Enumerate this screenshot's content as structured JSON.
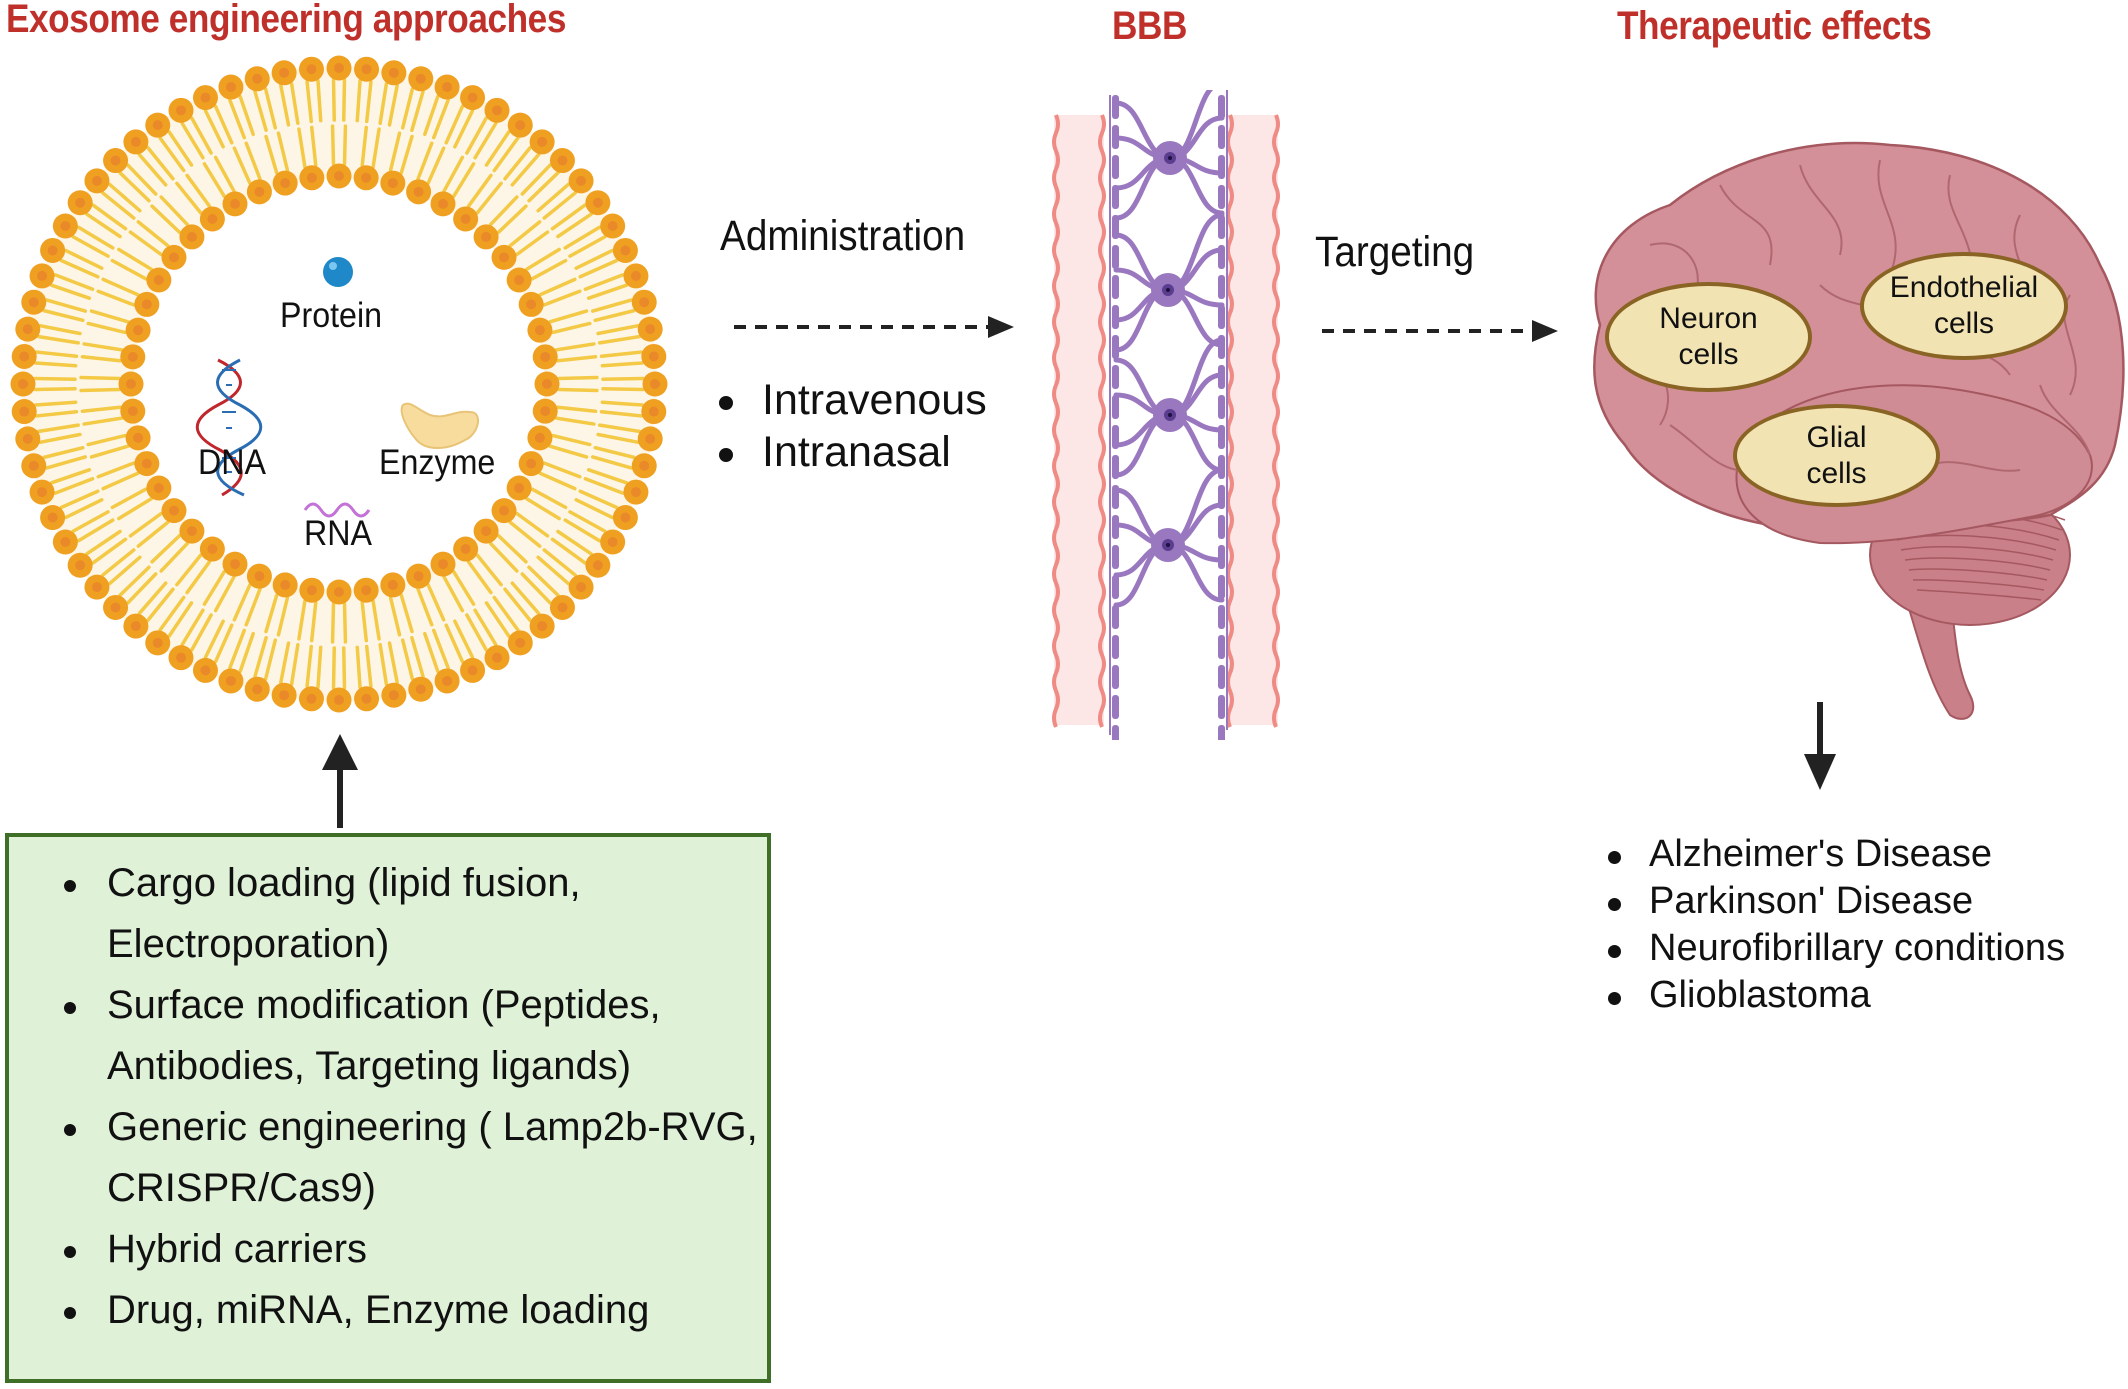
{
  "sections": {
    "exosome_title": "Exosome engineering approaches",
    "bbb_title": "BBB",
    "therapeutic_title": "Therapeutic effects"
  },
  "exosome": {
    "cargo": {
      "protein": "Protein",
      "dna": "DNA",
      "enzyme": "Enzyme",
      "rna": "RNA"
    }
  },
  "engineering_box": {
    "items": [
      {
        "line1": "Cargo loading (lipid fusion,",
        "line2": "Electroporation)"
      },
      {
        "line1": "Surface modification (Peptides,",
        "line2": "Antibodies, Targeting ligands)"
      },
      {
        "line1": "Generic engineering ( Lamp2b-RVG,",
        "line2": "CRISPR/Cas9)"
      },
      {
        "line1": "Hybrid carriers",
        "line2": ""
      },
      {
        "line1": "Drug, miRNA, Enzyme loading",
        "line2": ""
      }
    ]
  },
  "administration": {
    "label": "Administration",
    "routes": [
      "Intravenous",
      "Intranasal"
    ]
  },
  "targeting": {
    "label": "Targeting"
  },
  "brain": {
    "regions": [
      {
        "line1": "Neuron",
        "line2": "cells"
      },
      {
        "line1": "Endothelial",
        "line2": "cells"
      },
      {
        "line1": "Glial",
        "line2": "cells"
      }
    ]
  },
  "diseases": [
    "Alzheimer's Disease",
    "Parkinson' Disease",
    "Neurofibrillary conditions",
    "Glioblastoma"
  ],
  "colors": {
    "title_red": "#c0302b",
    "lipid_head": "#f0a020",
    "lipid_tail": "#f3c945",
    "box_fill": "#dff2d8",
    "box_border": "#3f6f26",
    "astrocyte": "#9a78c0",
    "vessel_wall": "#f3a39a",
    "brain": "#cc8c93",
    "oval_fill": "#f2e3b3"
  }
}
